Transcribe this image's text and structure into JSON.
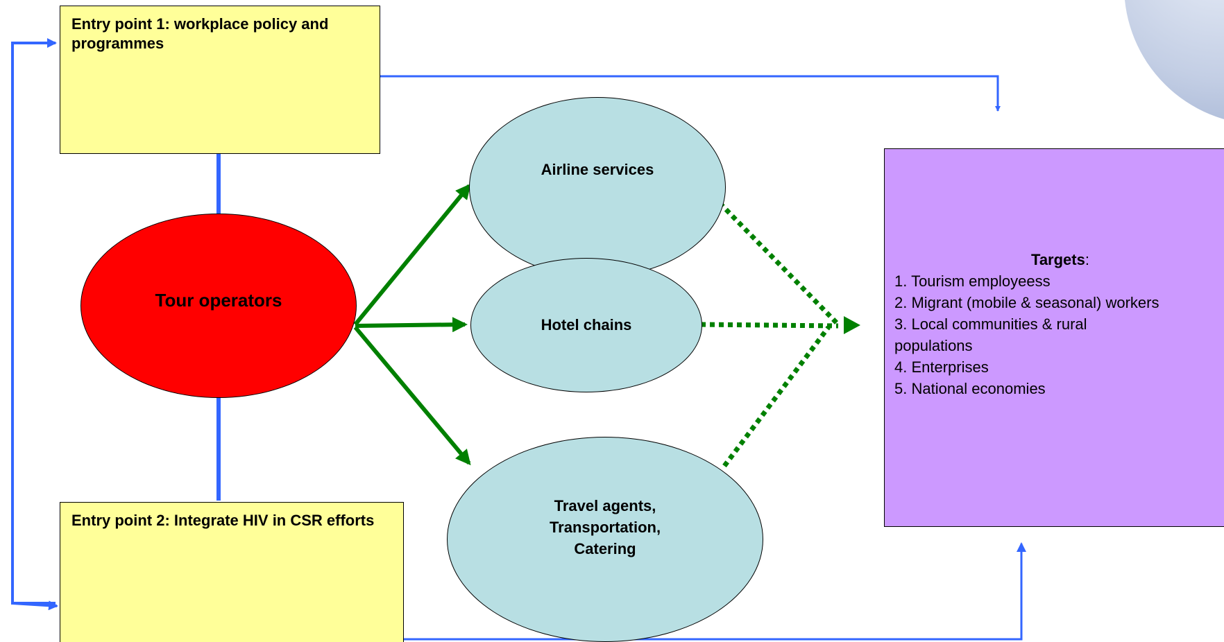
{
  "entry1": {
    "label": "Entry point 1: workplace policy and programmes"
  },
  "entry2": {
    "label": "Entry point 2: Integrate HIV in CSR efforts"
  },
  "tour_operators": {
    "label": "Tour operators"
  },
  "airline": {
    "label": "Airline services"
  },
  "hotel": {
    "label": "Hotel chains"
  },
  "travel": {
    "lines": [
      "Travel agents,",
      "Transportation,",
      "Catering"
    ]
  },
  "targets": {
    "heading": "Targets",
    "colon": ":",
    "items": [
      "1. Tourism employeess",
      "2. Migrant (mobile & seasonal) workers",
      "3. Local communities & rural populations",
      "4. Enterprises",
      "5. National economies"
    ]
  },
  "colors": {
    "entry_box": "#ffff99",
    "targets_box": "#cc99ff",
    "tour_operators": "#ff0000",
    "service_nodes": "#b8dfe3",
    "blue_connector": "#3366ff",
    "green_arrow": "#008000"
  }
}
